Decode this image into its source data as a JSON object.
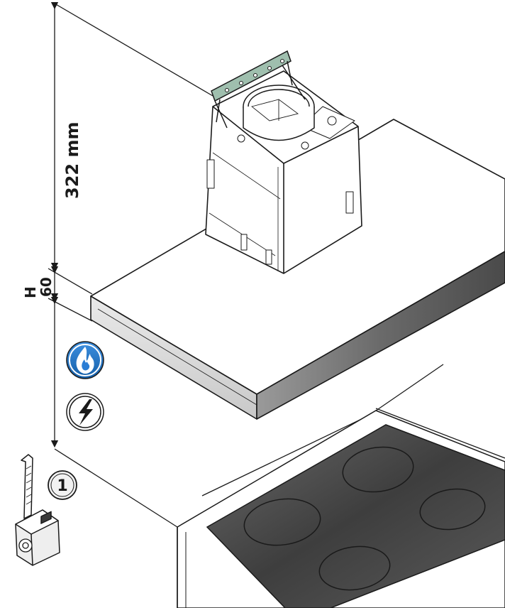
{
  "dimensions": {
    "height_label": "322 mm",
    "hood_thickness_label": "60",
    "variable_height_label": "H"
  },
  "callouts": {
    "step_number": "1"
  },
  "icons": {
    "gas": "gas-flame-icon",
    "electric": "lightning-bolt-icon",
    "tool": "tape-measure-icon"
  },
  "colors": {
    "icon_blue": "#1f73c8",
    "line": "#1a1a1a",
    "hob_dark": "#4a4a4a"
  }
}
